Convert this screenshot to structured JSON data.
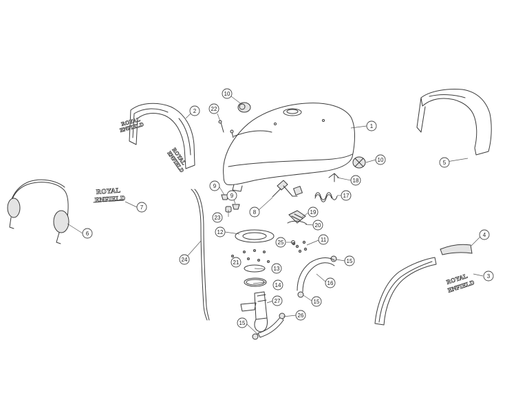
{
  "logo": {
    "brand_line1": "ROYAL",
    "brand_line2": "ENFIELD"
  },
  "callouts": [
    {
      "id": "c1",
      "number": "1"
    },
    {
      "id": "c2",
      "number": "2"
    },
    {
      "id": "c3",
      "number": "3"
    },
    {
      "id": "c4",
      "number": "4"
    },
    {
      "id": "c5",
      "number": "5"
    },
    {
      "id": "c6",
      "number": "6"
    },
    {
      "id": "c7",
      "number": "7"
    },
    {
      "id": "c8",
      "number": "8"
    },
    {
      "id": "c9a",
      "number": "9"
    },
    {
      "id": "c9b",
      "number": "9"
    },
    {
      "id": "c10a",
      "number": "10"
    },
    {
      "id": "c10b",
      "number": "10"
    },
    {
      "id": "c11",
      "number": "11"
    },
    {
      "id": "c12",
      "number": "12"
    },
    {
      "id": "c13",
      "number": "13"
    },
    {
      "id": "c14",
      "number": "14"
    },
    {
      "id": "c15a",
      "number": "15"
    },
    {
      "id": "c15b",
      "number": "15"
    },
    {
      "id": "c15c",
      "number": "15"
    },
    {
      "id": "c16",
      "number": "16"
    },
    {
      "id": "c17",
      "number": "17"
    },
    {
      "id": "c18",
      "number": "18"
    },
    {
      "id": "c19",
      "number": "19"
    },
    {
      "id": "c20",
      "number": "20"
    },
    {
      "id": "c21",
      "number": "21"
    },
    {
      "id": "c22",
      "number": "22"
    },
    {
      "id": "c23",
      "number": "23"
    },
    {
      "id": "c24",
      "number": "24"
    },
    {
      "id": "c25",
      "number": "25"
    },
    {
      "id": "c26",
      "number": "26"
    },
    {
      "id": "c27",
      "number": "27"
    }
  ]
}
